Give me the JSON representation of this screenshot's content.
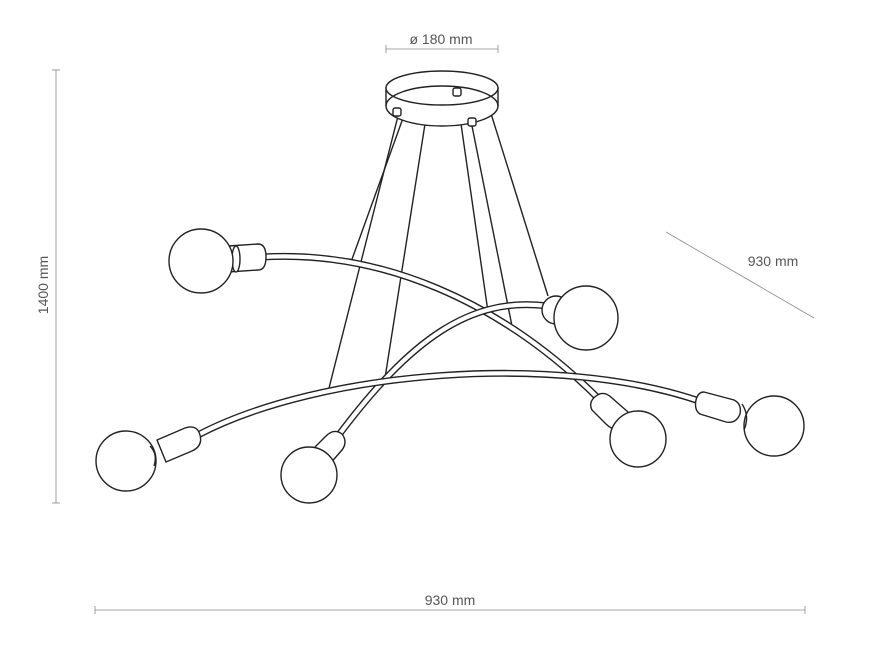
{
  "dimensions": {
    "diameter_label": "ø 180 mm",
    "height_label": "1400 mm",
    "depth_label": "930 mm",
    "width_label": "930 mm"
  },
  "colors": {
    "ink": "#222222",
    "dimension_line": "#8a8a8a",
    "dimension_text": "#555555",
    "background": "#ffffff"
  }
}
